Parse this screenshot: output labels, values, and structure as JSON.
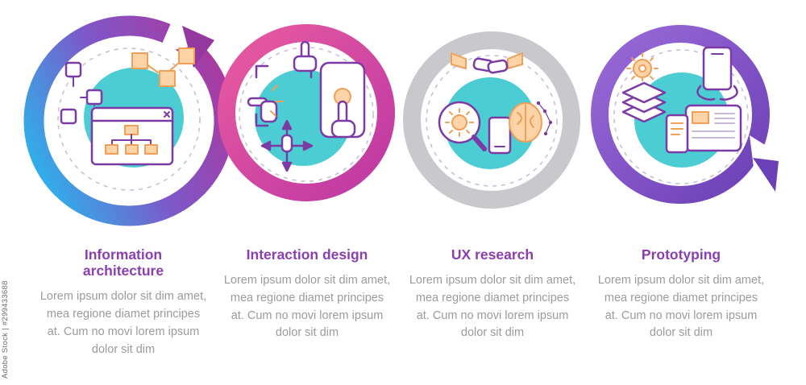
{
  "watermark": {
    "text": "Adobe Stock | #299433688"
  },
  "steps": [
    {
      "title": "Information architecture",
      "body": "Lorem ipsum dolor sit dim amet, mea regione diamet principes at. Cum no movi lorem ipsum dolor sit dim",
      "icon": "information-architecture-icon"
    },
    {
      "title": "Interaction design",
      "body": "Lorem ipsum dolor sit dim amet, mea regione diamet principes at. Cum no movi lorem ipsum dolor sit dim",
      "icon": "interaction-design-icon"
    },
    {
      "title": "UX research",
      "body": "Lorem ipsum dolor sit dim amet, mea regione diamet principes at. Cum no movi lorem ipsum dolor sit dim",
      "icon": "ux-research-icon"
    },
    {
      "title": "Prototyping",
      "body": "Lorem ipsum dolor sit dim amet, mea regione diamet principes at. Cum no movi lorem ipsum dolor sit dim",
      "icon": "prototyping-icon"
    }
  ],
  "colors": {
    "ring1_gradient_start": "#2fb0ea",
    "ring1_gradient_end": "#a93aa0",
    "ring2_gradient_start": "#e85aa0",
    "ring2_gradient_end": "#bd38a3",
    "ring3_gray": "#c9c9cd",
    "ring4_gradient_start": "#9a6ad8",
    "ring4_gradient_end": "#6b3fb5",
    "inner_circle_teal": "#4ccdd3",
    "title_purple": "#8a3fb0",
    "body_gray": "#9b9b9b",
    "icon_stroke_purple": "#7b3aa4",
    "icon_accent_orange": "#ef9f57"
  }
}
